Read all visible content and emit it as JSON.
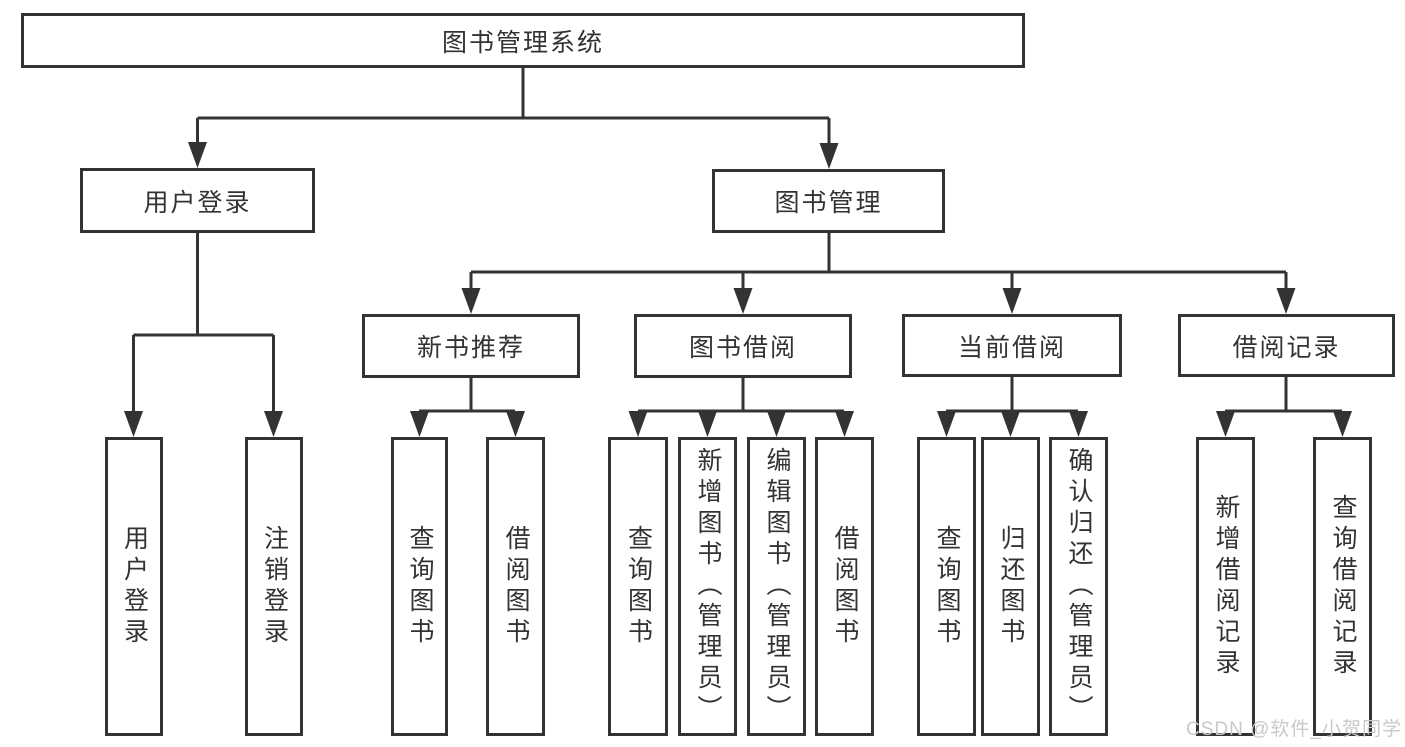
{
  "colors": {
    "line": "#333333",
    "border": "#333333",
    "text": "#333333",
    "watermark_text": "#c9c9c9",
    "background": "#ffffff"
  },
  "watermark": {
    "text": "CSDN @软件_小贺同学"
  },
  "diagram": {
    "type": "hierarchy-tree",
    "root": {
      "label": "图书管理系统",
      "children": [
        {
          "label": "用户登录",
          "children": [
            {
              "label": "用户登录"
            },
            {
              "label": "注销登录"
            }
          ]
        },
        {
          "label": "图书管理",
          "children": [
            {
              "label": "新书推荐",
              "children": [
                {
                  "label": "查询图书"
                },
                {
                  "label": "借阅图书"
                }
              ]
            },
            {
              "label": "图书借阅",
              "children": [
                {
                  "label": "查询图书"
                },
                {
                  "label": "新增图书（管理员）"
                },
                {
                  "label": "编辑图书（管理员）"
                },
                {
                  "label": "借阅图书"
                }
              ]
            },
            {
              "label": "当前借阅",
              "children": [
                {
                  "label": "查询图书"
                },
                {
                  "label": "归还图书"
                },
                {
                  "label": "确认归还（管理员）"
                }
              ]
            },
            {
              "label": "借阅记录",
              "children": [
                {
                  "label": "新增借阅记录"
                },
                {
                  "label": "查询借阅记录"
                }
              ]
            }
          ]
        }
      ]
    }
  }
}
